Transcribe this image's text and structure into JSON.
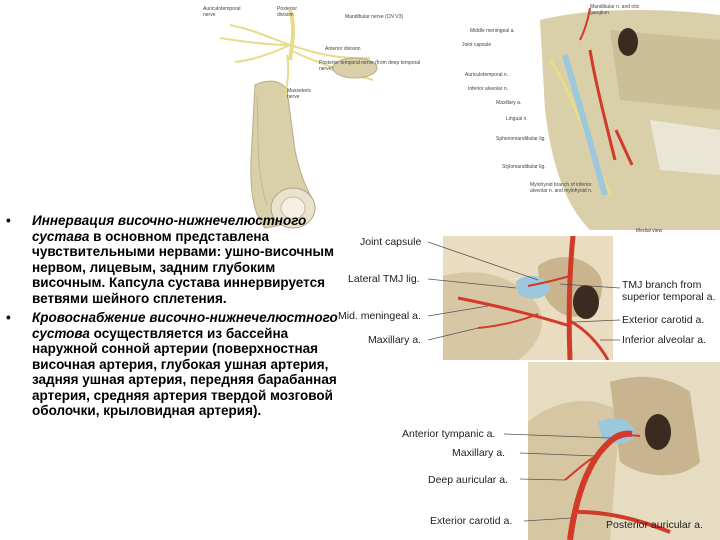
{
  "figure_top_left": {
    "labels": {
      "auriculotemporal": "Auriculotemporal nerve",
      "posterior_division": "Posterior division",
      "mandibular": "Mandibular nerve (CN V3)",
      "anterior_division": "Anterior division",
      "posterior_temporal": "Posterior temporal nerve (from deep temporal nerve)",
      "masseteric": "Masseteric nerve"
    }
  },
  "figure_top_right": {
    "labels": {
      "mandibular_otic": "Mandibular n. and otic ganglion",
      "middle_meningeal": "Middle meningeal a.",
      "joint_capsule": "Joint capsule",
      "auriculotemporal": "Auriculotemporal n.",
      "inferior_alveolar": "Inferior alveolar n.",
      "maxillary": "Maxillary a.",
      "lingual": "Lingual n.",
      "sphenomandibular": "Sphenomandibular lig.",
      "stylomandibular": "Stylomandibular lig.",
      "mylohyoid": "Mylohyoid branch of inferior alveolar n. and mylohyoid n.",
      "medial_view": "Medial view"
    }
  },
  "figure_mid_right": {
    "labels": {
      "joint_capsule": "Joint capsule",
      "lateral_tmj": "Lateral TMJ lig.",
      "mid_meningeal": "Mid. meningeal a.",
      "maxillary": "Maxillary a.",
      "tmj_branch": "TMJ branch from superior temporal a.",
      "exterior_carotid": "Exterior carotid a.",
      "inferior_alveolar": "Inferior alveolar a."
    }
  },
  "figure_bottom_right": {
    "labels": {
      "anterior_tympanic": "Anterior tympanic a.",
      "maxillary": "Maxillary a.",
      "deep_auricular": "Deep auricular a.",
      "exterior_carotid": "Exterior carotid a.",
      "posterior_auricular": "Posterior auricular a."
    }
  },
  "text": {
    "bullet": "•",
    "b1_italic": "Иннервация височно-нижнечелюстного сустава",
    "b1_rest": " в основном представлена чувствительными нервами:  ушно-височным нервом,  лицевым, задним глубоким височным. Капсула сустава иннервируется ветвями шейного сплетения.",
    "b2_italic": "Кровоснабжение височно-нижнечелюстного сустова",
    "b2_rest": " осуществляется из бассейна наружной сонной артерии (поверхностная височная артерия, глубокая ушная артерия, задняя ушная артерия, передняя барабанная артерия, средняя артерия твердой мозговой оболочки, крыловидная артерия)."
  },
  "colors": {
    "bone": "#d9cfa9",
    "nerve": "#e6dc8a",
    "artery": "#d23a2a",
    "ligament": "#9bc8dc"
  }
}
